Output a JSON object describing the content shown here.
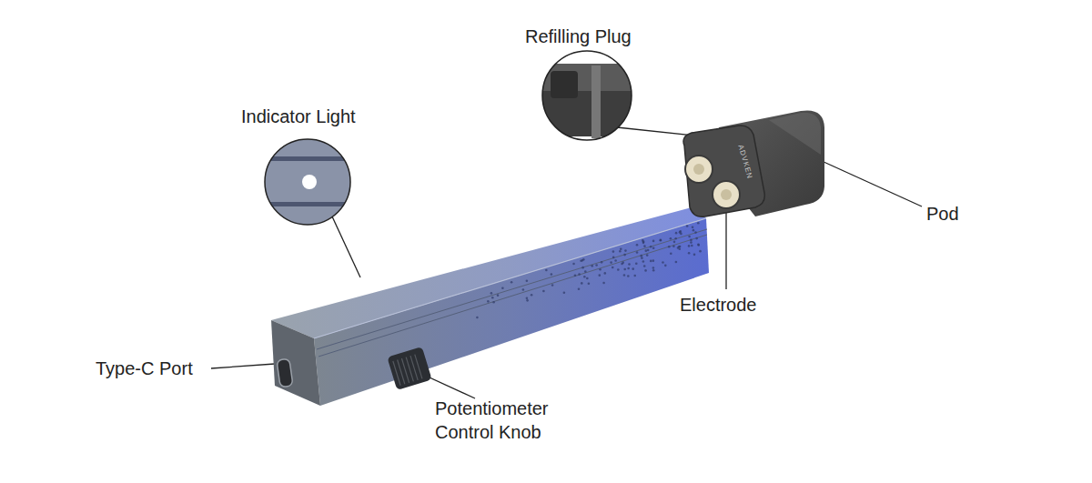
{
  "diagram": {
    "labels": [
      "Refilling Plug",
      "Indicator Light",
      "Pod",
      "Electrode",
      "Type-C Port",
      "Potentiometer Control Knob",
      "ADVKEN"
    ]
  }
}
